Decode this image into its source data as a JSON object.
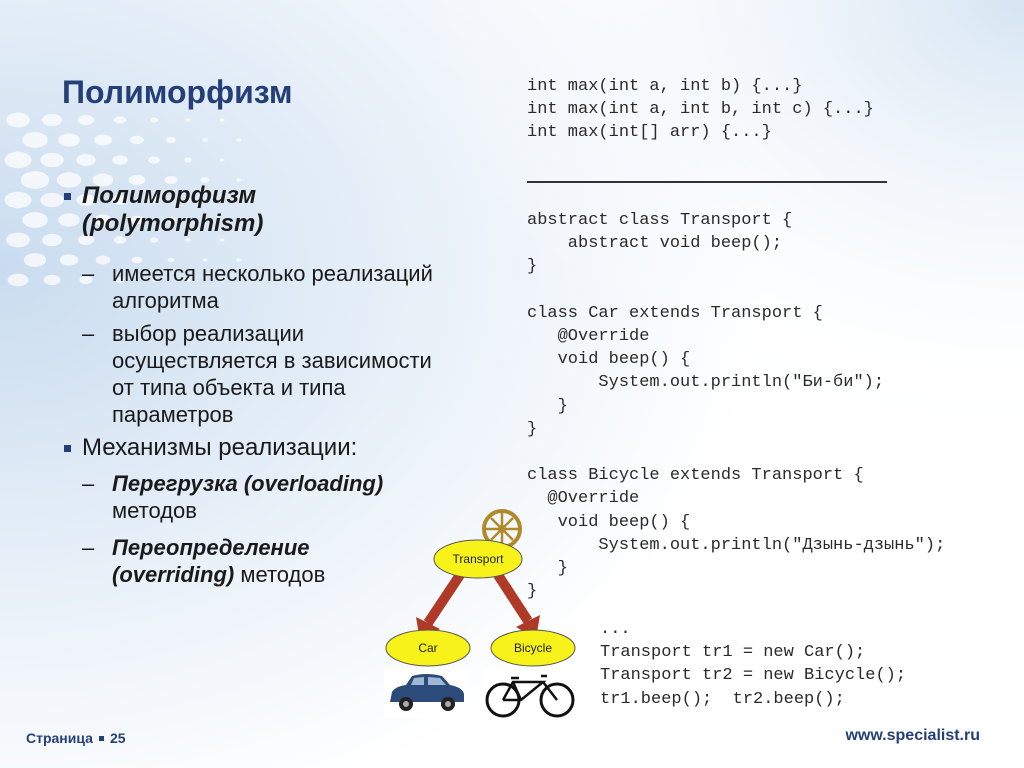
{
  "slide": {
    "title": "Полиморфизм",
    "bullets": {
      "b1_line1": "Полиморфизм",
      "b1_line2": "(polymorphism)",
      "b1_sub1": "имеется несколько реализаций алгоритма",
      "b1_sub2": "выбор реализации осуществляется в зависимости от типа объекта и типа параметров",
      "b2": "Механизмы реализации:",
      "b2_sub1_bold": "Перегрузка (overloading)",
      "b2_sub1_rest": "методов",
      "b2_sub2_bold1": "Переопределение",
      "b2_sub2_bold2": "(overriding)",
      "b2_sub2_rest": " методов"
    },
    "code": {
      "overloads": "int max(int a, int b) {...}\nint max(int a, int b, int c) {...}\nint max(int[] arr) {...}",
      "classes": "abstract class Transport {\n    abstract void beep();\n}\n\nclass Car extends Transport {\n   @Override\n   void beep() {\n       System.out.println(\"Би-би\");\n   }\n}\n\nclass Bicycle extends Transport {\n  @Override\n   void beep() {\n       System.out.println(\"Дзынь-дзынь\");\n   }\n}",
      "usage": "...\nTransport tr1 = new Car();\nTransport tr2 = new Bicycle();\ntr1.beep();  tr2.beep();"
    },
    "diagram": {
      "root": "Transport",
      "left": "Car",
      "right": "Bicycle",
      "node_fill": "#f7f31a",
      "arrow_color": "#b03a28"
    },
    "footer": {
      "page_label": "Страница",
      "page_number": "25",
      "site": "www.specialist.ru"
    },
    "colors": {
      "accent": "#243f78",
      "background_dots": "#d7e6f4"
    }
  }
}
